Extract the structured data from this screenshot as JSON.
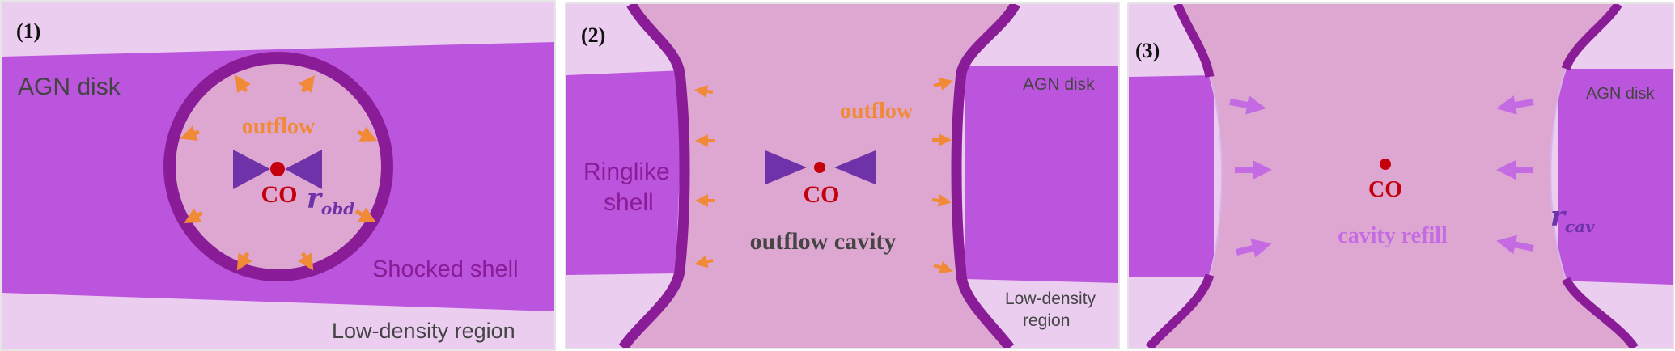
{
  "panels": [
    {
      "label": "(1)",
      "agn_disk": "AGN disk",
      "outflow": "outflow",
      "co": "CO",
      "radius_symbol": "r",
      "radius_subscript": "obd",
      "shell": "Shocked shell",
      "low_density": "Low-density region"
    },
    {
      "label": "(2)",
      "agn_disk": "AGN disk",
      "outflow": "outflow",
      "co": "CO",
      "shell_line1": "Ringlike",
      "shell_line2": "shell",
      "cavity": "outflow cavity",
      "low_density_line1": "Low-density",
      "low_density_line2": "region"
    },
    {
      "label": "(3)",
      "agn_disk": "AGN disk",
      "co": "CO",
      "refill": "cavity refill",
      "radius_symbol": "r",
      "radius_subscript": "cav"
    }
  ],
  "colors": {
    "low_density": "#ebcdf0",
    "disk": "#bb55dd",
    "cavity": "#dea7d2",
    "shell": "#8a1c98",
    "outflow": "#f08a37",
    "co": "#c4000d",
    "cone": "#6f32a8",
    "text_dark": "#444444",
    "refill": "#c46ae3"
  }
}
